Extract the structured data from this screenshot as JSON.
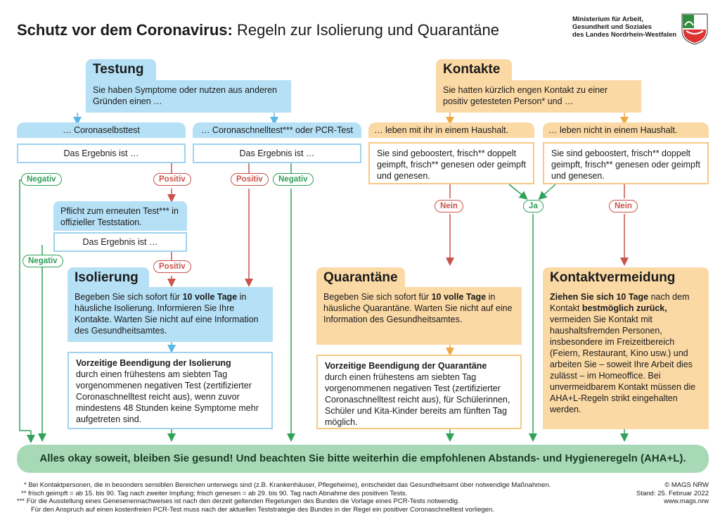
{
  "title": {
    "bold": "Schutz vor dem Coronavirus:",
    "rest": " Regeln zur Isolierung und Quarantäne"
  },
  "ministry": [
    "Ministerium für Arbeit,",
    "Gesundheit und Soziales",
    "des Landes Nordrhein-Westfalen"
  ],
  "testung": {
    "header": "Testung",
    "intro": "Sie haben Symptome oder nutzen aus anderen Gründen einen …",
    "self_test": "… Coronaselbsttest",
    "result_q": "Das Ergebnis ist …",
    "rapid_pcr": "… Coronaschnelltest*** oder PCR-Test",
    "result_q2": "Das Ergebnis ist …",
    "duty": "Pflicht zum erneuten Test*** in offizieller Teststation.",
    "result_q3": "Das Ergebnis ist …",
    "negativ": "Negativ",
    "positiv": "Positiv"
  },
  "kontakte": {
    "header": "Kontakte",
    "intro": "Sie hatten kürzlich engen Kontakt zu einer positiv getesteten Person* und …",
    "household_yes": "… leben mit ihr in einem Haushalt.",
    "household_no": "… leben nicht in einem Haushalt.",
    "boosted_a": "Sie sind geboostert, frisch** doppelt geimpft, frisch** genesen oder geimpft und genesen.",
    "boosted_b": "Sie sind geboostert, frisch** doppelt geimpft, frisch** genesen oder geimpft und genesen.",
    "nein": "Nein",
    "ja": "Ja"
  },
  "isolierung": {
    "header": "Isolierung",
    "text_pre": "Begeben Sie sich sofort für ",
    "text_bold": "10 volle Tage",
    "text_post": " in häusliche Isolierung. Informieren Sie Ihre Kontakte. Warten Sie nicht auf eine Information des Gesundheitsamtes.",
    "early_title": "Vorzeitige Beendigung der Isolierung",
    "early_text": "durch einen frühestens am siebten Tag vorgenommenen negativen Test (zertifizierter Coronaschnelltest reicht aus), wenn zuvor mindestens 48 Stunden keine Symptome mehr aufgetreten sind."
  },
  "quarantaene": {
    "header": "Quarantäne",
    "text_pre": "Begeben Sie sich sofort für ",
    "text_bold": "10 volle Tage",
    "text_post": " in häusliche Quarantäne. Warten Sie nicht auf eine Information des Gesundheitsamtes.",
    "early_title": "Vorzeitige Beendigung der Quarantäne",
    "early_text": "durch einen frühestens am siebten Tag vorgenommenen negativen Test (zertifizierter Coronaschnelltest reicht aus), für Schülerinnen, Schüler und Kita-Kinder bereits am fünften Tag möglich."
  },
  "kontaktvermeidung": {
    "header": "Kontaktvermeidung",
    "b1": "Ziehen Sie sich 10 Tage",
    "t1": " nach dem Kontakt ",
    "b2": "bestmöglich zurück,",
    "t2": " vermeiden Sie Kontakt mit haushaltsfremden Personen, insbesondere im Freizeitbereich (Feiern, Restaurant, Kino usw.) und arbeiten Sie – soweit Ihre Arbeit dies zulässt – im Homeoffice. Bei unvermeidbarem Kontakt müssen die AHA+L-Regeln strikt eingehalten werden."
  },
  "final": "Alles okay soweit, bleiben Sie gesund! Und beachten Sie bitte weiterhin die empfohlenen Abstands- und Hygieneregeln (AHA+L).",
  "footnotes": [
    "* Bei Kontaktpersonen, die in besonders sensiblen Bereichen unterwegs sind (z.B. Krankenhäuser, Pflegeheime), entscheidet das Gesundheitsamt über notwendige Maßnahmen.",
    "** frisch geimpft = ab 15. bis 90. Tag nach zweiter Impfung; frisch genesen = ab 29. bis 90. Tag nach Abnahme des positiven Tests.",
    "*** Für die Ausstellung eines Genesenennachweises ist nach den derzeit geltenden Regelungen des Bundes die Vorlage eines PCR-Tests notwendig.",
    "Für den Anspruch auf einen kostenfreien PCR-Test muss nach der aktuellen Teststrategie des Bundes in der Regel ein positiver Coronaschnelltest vorliegen."
  ],
  "credits": [
    "© MAGS NRW",
    "Stand: 25. Februar 2022",
    "www.mags.nrw"
  ],
  "colors": {
    "blue": "#b5e0f5",
    "orange": "#fbd9a5",
    "green": "#2fa158",
    "red": "#c9544c",
    "final": "#a8d9b6"
  }
}
